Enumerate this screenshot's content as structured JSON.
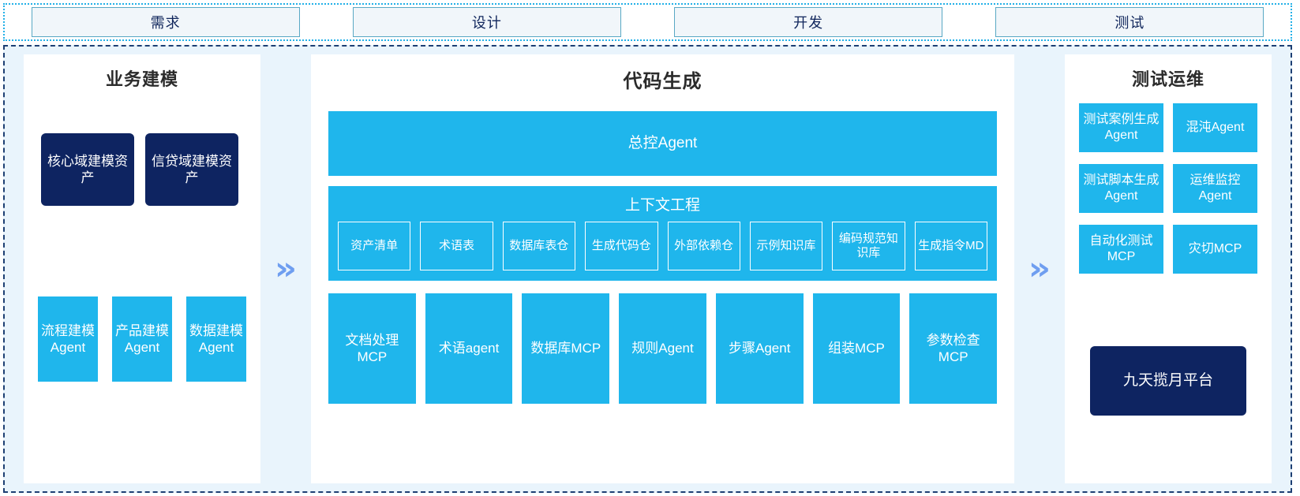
{
  "phases": {
    "items": [
      {
        "label": "需求"
      },
      {
        "label": "设计"
      },
      {
        "label": "开发"
      },
      {
        "label": "测试"
      }
    ]
  },
  "arrows": {
    "left_arrow": "»",
    "right_arrow": "»",
    "icon": "double-chevron-right-icon"
  },
  "left_panel": {
    "title": "业务建模",
    "assets": [
      {
        "label": "核心域建模资产"
      },
      {
        "label": "信贷域建模资产"
      }
    ],
    "agents": [
      {
        "label": "流程建模Agent"
      },
      {
        "label": "产品建模Agent"
      },
      {
        "label": "数据建模Agent"
      }
    ]
  },
  "center_panel": {
    "title": "代码生成",
    "controller": {
      "label": "总控Agent"
    },
    "context": {
      "title": "上下文工程",
      "items": [
        {
          "label": "资产清单"
        },
        {
          "label": "术语表"
        },
        {
          "label": "数据库表仓"
        },
        {
          "label": "生成代码仓"
        },
        {
          "label": "外部依赖仓"
        },
        {
          "label": "示例知识库"
        },
        {
          "label": "编码规范知识库"
        },
        {
          "label": "生成指令MD"
        }
      ]
    },
    "tools": [
      {
        "label": "文档处理MCP"
      },
      {
        "label": "术语agent"
      },
      {
        "label": "数据库MCP"
      },
      {
        "label": "规则Agent"
      },
      {
        "label": "步骤Agent"
      },
      {
        "label": "组装MCP"
      },
      {
        "label": "参数检查MCP"
      }
    ]
  },
  "right_panel": {
    "title": "测试运维",
    "items": [
      {
        "label": "测试案例生成Agent"
      },
      {
        "label": "混沌Agent"
      },
      {
        "label": "测试脚本生成Agent"
      },
      {
        "label": "运维监控Agent"
      },
      {
        "label": "自动化测试MCP"
      },
      {
        "label": "灾切MCP"
      }
    ],
    "platform": {
      "label": "九天揽月平台"
    }
  },
  "colors": {
    "navy": "#0e2461",
    "cyan": "#1fb6ec",
    "region_bg": "#e9f4fc",
    "phase_bg": "#f1f6fa",
    "phase_border": "#59a8c4",
    "dashed_border": "#1d3f73",
    "dotted_border": "#22b0e8",
    "arrow": "#6f9ef0"
  }
}
